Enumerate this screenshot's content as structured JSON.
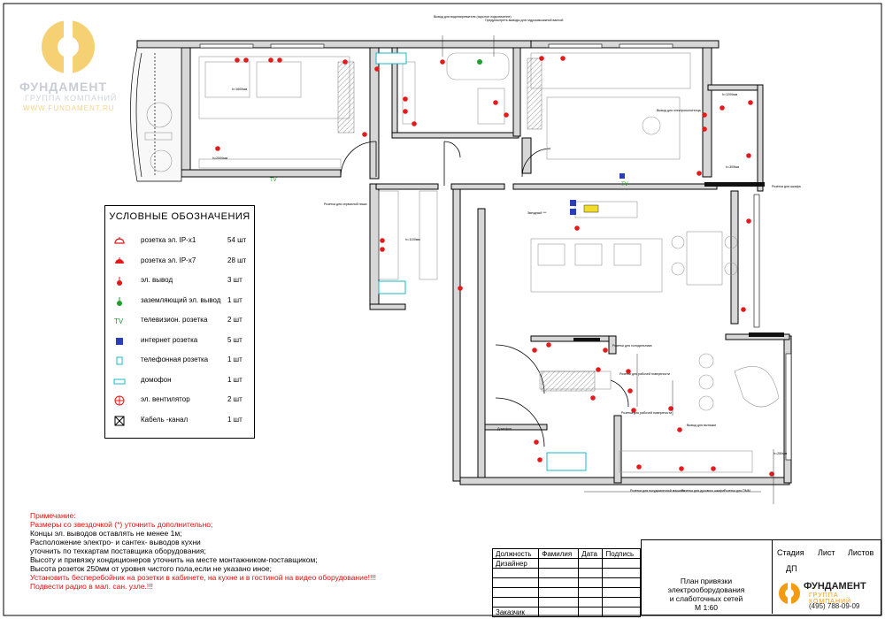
{
  "logo": {
    "name": "ФУНДАМЕНТ",
    "subtitle": "ГРУППА КОМПАНИЙ",
    "url": "WWW.FUNDAMENT.RU",
    "colors": {
      "primary": "#f5d173",
      "text": "#c8ccd4"
    }
  },
  "legend": {
    "title": "УСЛОВНЫЕ ОБОЗНАЧЕНИЯ",
    "items": [
      {
        "icon": "socket-ip-x1-icon",
        "label": "розетка эл. IP-x1",
        "count": "54 шт"
      },
      {
        "icon": "socket-ip-x7-icon",
        "label": "розетка эл. IP-x7",
        "count": "28 шт"
      },
      {
        "icon": "electrical-outlet-icon",
        "label": "эл. вывод",
        "count": "3 шт"
      },
      {
        "icon": "grounded-outlet-icon",
        "label": "заземляющий эл. вывод",
        "count": "1 шт"
      },
      {
        "icon": "tv-socket-icon",
        "label": "телевизион. розетка",
        "count": "2 шт"
      },
      {
        "icon": "internet-socket-icon",
        "label": "интернет розетка",
        "count": "5 шт"
      },
      {
        "icon": "phone-socket-icon",
        "label": "телефонная розетка",
        "count": "1 шт"
      },
      {
        "icon": "intercom-icon",
        "label": "домофон",
        "count": "1 шт"
      },
      {
        "icon": "fan-icon",
        "label": "эл. вентилятор",
        "count": "2 шт"
      },
      {
        "icon": "cable-channel-icon",
        "label": "Кабель -канал",
        "count": "1 шт"
      }
    ]
  },
  "notes": {
    "heading": "Примечание:",
    "lines": [
      {
        "text": "Размеры со звездочкой (*) уточнить дополнительно;",
        "color": "red"
      },
      {
        "text": "Концы эл. выводов оставлять не менее 1м;",
        "color": "black"
      },
      {
        "text": "Расположение электро- и сантех- выводов кухни",
        "color": "black"
      },
      {
        "text": "уточнить по техкартам поставщика оборудования;",
        "color": "black"
      },
      {
        "text": "Высоту и привязку кондиционеров уточнить на месте монтажником-поставщиком;",
        "color": "black"
      },
      {
        "text": "Высота розеток 250мм от уровня чистого пола,если не указано иное;",
        "color": "black"
      },
      {
        "text": "Установить бесперебойник на розетки в кабинете, на кухне и  в гостиной на видео оборудование!!!!",
        "color": "red"
      },
      {
        "text": "Подвести радио в мал. сан. узле.!!!",
        "color": "red"
      }
    ]
  },
  "stamp": {
    "headers": [
      "Должность",
      "Фамилия",
      "Дата",
      "Подпись"
    ],
    "roles": [
      "Дизайнер",
      "Заказчик"
    ],
    "title_line1": "План привязки электрооборудования",
    "title_line2": "и слаботочных сетей",
    "scale": "М 1:60",
    "stage_label": "Стадия",
    "stage_value": "ДП",
    "sheet_label": "Лист",
    "sheets_label": "Листов",
    "brand_name": "ФУНДАМЕНТ",
    "brand_sub": "ГРУППА КОМПАНИЙ",
    "brand_phone": "(495) 788-09-09"
  },
  "plan_labels": {
    "l1": "Вывод для водонагревателя (скрытое подключение)",
    "l2": "Предусмотреть выводы для гидромассажной ванной",
    "l3": "Вывод для электрополотенца",
    "l4": "Розетка для сервисной ниши",
    "l5": "Розетка для шкафа",
    "l6": "Звездный ***",
    "l7": "Розетки для холодильника",
    "l8": "Розетки для рабочей поверхности",
    "l9": "Вывод для вытяжки",
    "l10": "Домофон",
    "l11": "Розетки для посудомоечной машины",
    "l12": "Розетка для духового шкафа",
    "l13": "Розетка для ПММ",
    "l14": "Розетка для рабочей поверхности",
    "dim1": "h=1600мм",
    "dim2": "h=2000мм",
    "dim3": "h=1100мм",
    "dim4": "h=250мм",
    "dim5": "h=1200мм",
    "dim6": "h=300мм",
    "tv1": "TV",
    "tv2": "TV"
  },
  "colors": {
    "wall": "#000000",
    "wall_fill": "#d7d7d7",
    "outlet": "#e41b1b",
    "ground": "#1fa02a",
    "net": "#2a3fb5",
    "cyan": "#18b9c9",
    "yellow": "#f2dc2b"
  }
}
